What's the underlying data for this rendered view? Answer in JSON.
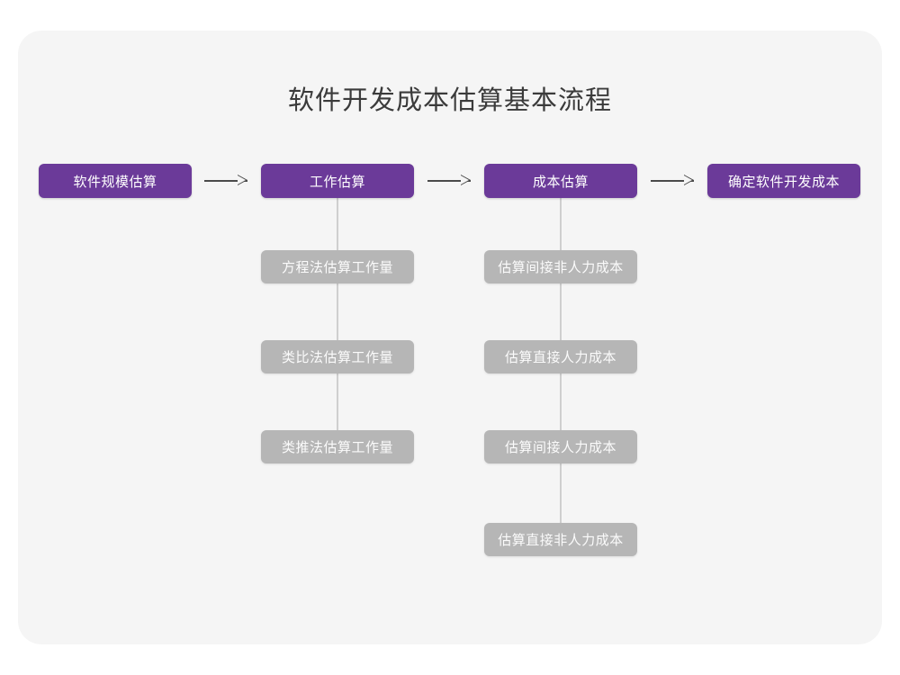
{
  "diagram": {
    "title": "软件开发成本估算基本流程",
    "type": "flowchart",
    "colors": {
      "canvas": "#ffffff",
      "card": "#f5f5f5",
      "primary_node": "#6b3a99",
      "primary_text": "#ffffff",
      "secondary_node": "#b6b6b6",
      "secondary_text": "#fbfbfb",
      "arrow": "#4a4a4a",
      "spine": "#cfcfcf",
      "title_text": "#3b3b3b"
    },
    "main_flow": [
      {
        "id": "step-1",
        "label": "软件规模估算"
      },
      {
        "id": "step-2",
        "label": "工作估算"
      },
      {
        "id": "step-3",
        "label": "成本估算"
      },
      {
        "id": "step-4",
        "label": "确定软件开发成本"
      }
    ],
    "arrows": [
      {
        "id": "arrow-1",
        "from": "step-1",
        "to": "step-2",
        "glyph": "→"
      },
      {
        "id": "arrow-2",
        "from": "step-2",
        "to": "step-3",
        "glyph": "→"
      },
      {
        "id": "arrow-3",
        "from": "step-3",
        "to": "step-4",
        "glyph": "→"
      }
    ],
    "branches": [
      {
        "parent": "step-2",
        "items": [
          {
            "label": "方程法估算工作量"
          },
          {
            "label": "类比法估算工作量"
          },
          {
            "label": "类推法估算工作量"
          }
        ]
      },
      {
        "parent": "step-3",
        "items": [
          {
            "label": "估算间接非人力成本"
          },
          {
            "label": "估算直接人力成本"
          },
          {
            "label": "估算间接人力成本"
          },
          {
            "label": "估算直接非人力成本"
          }
        ]
      }
    ]
  }
}
